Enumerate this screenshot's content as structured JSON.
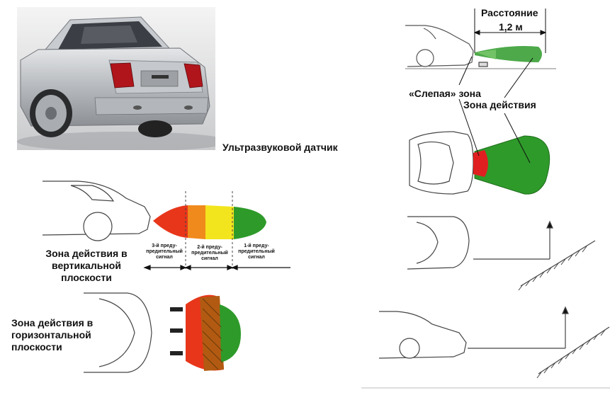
{
  "labels": {
    "sensor": "Ультразвуковой датчик",
    "distance_title": "Расстояние",
    "distance_value": "1,2 м",
    "blind_zone": "«Слепая» зона",
    "action_zone": "Зона действия",
    "vertical_l1": "Зона действия в",
    "vertical_l2": "вертикальной",
    "vertical_l3": "плоскости",
    "horizontal_l1": "Зона действия в",
    "horizontal_l2": "горизонтальной",
    "horizontal_l3": "плоскости",
    "signal3_l1": "3-й преду-",
    "signal3_l2": "предительный",
    "signal3_l3": "сигнал",
    "signal2_l1": "2-й преду-",
    "signal2_l2": "предительный",
    "signal2_l3": "сигнал",
    "signal1_l1": "1-й преду-",
    "signal1_l2": "предительный",
    "signal1_l3": "сигнал"
  },
  "colors": {
    "zone_red": "#e8361a",
    "zone_orange": "#f08a1c",
    "zone_yellow": "#f2e51e",
    "zone_green": "#2e9a2a",
    "blind_red": "#e02020",
    "photo_bg": "#d9dadc",
    "car_silver": "#b9bcc0"
  }
}
